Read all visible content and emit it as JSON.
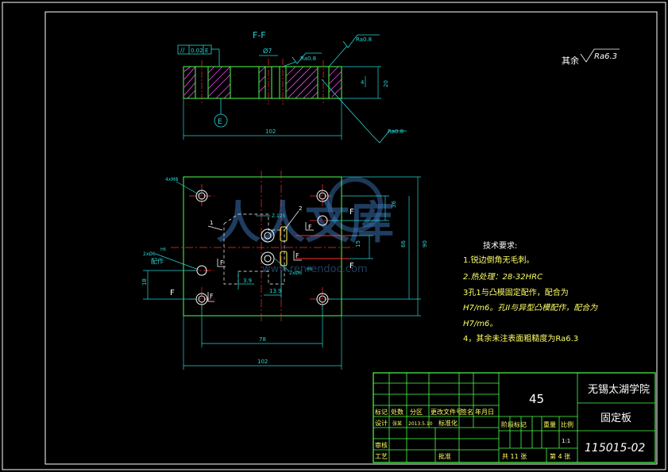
{
  "section_title": "F-F",
  "tolerance_frame": {
    "symbol": "//",
    "value": "0.02",
    "datum": "E"
  },
  "datum_label": "E",
  "roughness_top": "Ra0.8",
  "roughness_hole": "Ra0.8",
  "roughness_bottom": "Ra0.8",
  "roughness_default_prefix": "其余",
  "roughness_default": "Ra6.3",
  "dims_section": {
    "hole_dia": "Ø7",
    "small": "4",
    "thickness": "20",
    "width": "102"
  },
  "dims_plan": {
    "corner_holes": "4xM8",
    "spacing_width": "78",
    "overall_width": "102",
    "right_a": "36",
    "right_b": "15",
    "total_height": "66",
    "overall_height": "90",
    "left_small": "18",
    "dim_3_9": "3.9",
    "dim_13_9": "13.9",
    "dim_z": "Z.125",
    "dowel_top": "2xØ6",
    "dowel_top_suffix": "H6",
    "dowel_bottom": "2xØ6",
    "dowel_bottom_suffix": "H6",
    "note_peiz": "配作",
    "section_mark": "F",
    "label_1": "1",
    "label_2": "2"
  },
  "tech_requirements": {
    "title": "技术要求:",
    "items": [
      "1.锐边倒角无毛刺。",
      "2.热处理：28-32HRC",
      "3孔1与凸模固定配作，配合为",
      "H7/m6。孔II与异型凸模配作，配合为",
      "H7/m6。",
      "4，其余未注表面粗糙度为Ra6.3"
    ]
  },
  "title_block": {
    "material": "45",
    "school": "无锡太湖学院",
    "part_name": "固定板",
    "drawing_no": "115015-02",
    "h_mark": "标记",
    "h_count": "处数",
    "h_zone": "分区",
    "h_docno": "更改文件号",
    "h_sign": "签名",
    "h_date": "年月日",
    "r_design": "设计",
    "r_designer": "张某",
    "r_date": "2013.5.10",
    "r_std": "标准化",
    "r_check": "审核",
    "r_process": "工艺",
    "r_approve": "批准",
    "stage_mark": "阶段标记",
    "weight": "重量",
    "scale": "比例",
    "scale_val": "1:1",
    "total_sheets": "共 11 张",
    "sheet_no": "第 4 张"
  },
  "watermark": {
    "text": "人人文库",
    "url": "www.renrendoc.com"
  },
  "colors": {
    "frame": "#ffffff",
    "outline": "#4dff4d",
    "dimension": "#29d3d3",
    "hidden": "#ffffff",
    "center": "#ff3030",
    "hatch": "#ff44ff",
    "text": "#ffff66",
    "title_frame": "#4dff4d"
  }
}
